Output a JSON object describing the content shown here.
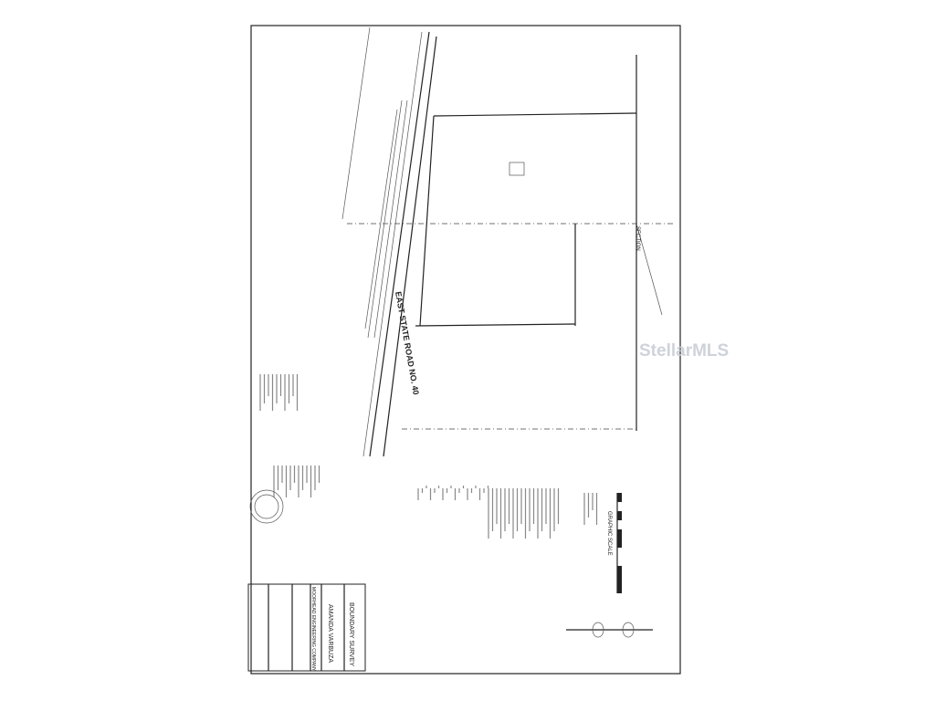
{
  "title_block": {
    "title": "BOUNDARY SURVEY",
    "client": "AMANDA VARBUZA",
    "company": "MOORHEAD ENGINEERING COMPANY"
  },
  "road_label": "EAST STATE ROAD NO. 40",
  "scale_label": "GRAPHIC SCALE",
  "section_label": "SECTION",
  "watermark": "StellarMLS",
  "colors": {
    "ink": "#222222",
    "paper": "#ffffff",
    "watermark": "#c9ced6"
  }
}
